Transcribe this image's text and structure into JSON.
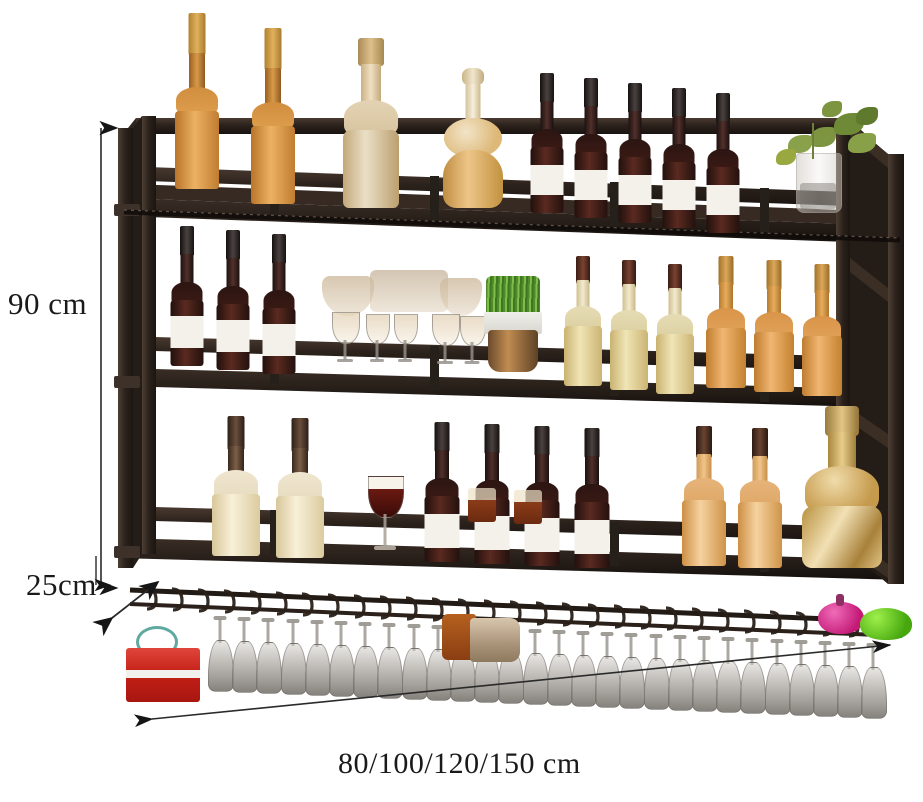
{
  "product": {
    "type": "wall-mounted wine rack",
    "material_color": "#2a211c",
    "shelf_count": 3,
    "background_color": "#ffffff"
  },
  "dimensions": {
    "height_label": "90 cm",
    "height_value": 90,
    "depth_label": "25cm",
    "depth_value": 25,
    "width_label": "80/100/120/150 cm",
    "width_options": [
      80,
      100,
      120,
      150
    ],
    "unit": "cm"
  },
  "annotations": {
    "height_arrow": "vertical-double-arrow",
    "depth_arrow": "diagonal-double-arrow",
    "width_arrow": "horizontal-double-arrow"
  },
  "shelves": [
    {
      "name": "top-shelf",
      "items": [
        {
          "kind": "bottle",
          "style": "amber-gold-cap",
          "count": 2
        },
        {
          "kind": "decanter",
          "style": "tall-clear-cork",
          "count": 1
        },
        {
          "kind": "decanter",
          "style": "round-amber",
          "count": 1
        },
        {
          "kind": "bottle",
          "style": "dark-red-white-label",
          "count": 5
        },
        {
          "kind": "plant",
          "style": "green-vase-plant",
          "count": 1
        }
      ]
    },
    {
      "name": "middle-shelf",
      "items": [
        {
          "kind": "bottle",
          "style": "dark-red-white-label",
          "count": 3
        },
        {
          "kind": "wine-glass",
          "style": "upright-stemware",
          "count": 5
        },
        {
          "kind": "plant",
          "style": "grass-pot",
          "count": 1
        },
        {
          "kind": "bottle",
          "style": "pale-white-wine",
          "count": 3
        },
        {
          "kind": "bottle",
          "style": "amber-rose-wine",
          "count": 3
        }
      ]
    },
    {
      "name": "bottom-shelf",
      "items": [
        {
          "kind": "bottle",
          "style": "cream-white-wine",
          "count": 2
        },
        {
          "kind": "wine-glass",
          "style": "filled-red-wine",
          "count": 1
        },
        {
          "kind": "bottle",
          "style": "dark-red-white-label",
          "count": 4
        },
        {
          "kind": "tumbler",
          "style": "amber-glass",
          "count": 2
        },
        {
          "kind": "bottle",
          "style": "amber-rose-wine",
          "count": 2
        },
        {
          "kind": "decanter",
          "style": "large-ornate-gold",
          "count": 1
        }
      ]
    }
  ],
  "stemware_rack": {
    "name": "hanging-glass-rail",
    "glass_count": 28,
    "orientation": "inverted"
  },
  "accessories": [
    {
      "name": "red-box",
      "color": "#d8312a"
    },
    {
      "name": "copper-canister",
      "color": "#b07a4a"
    },
    {
      "name": "pink-ornament",
      "color": "#d4267f"
    },
    {
      "name": "green-ornament",
      "color": "#5ec020"
    }
  ],
  "palette": {
    "frame": "#2a211c",
    "frame_light": "#4a3c33",
    "amber": "#d98f3c",
    "dark_wine": "#33160f",
    "pale_wine": "#e8d9a8",
    "label": "#f4f1ea",
    "text": "#1a1a1a"
  }
}
